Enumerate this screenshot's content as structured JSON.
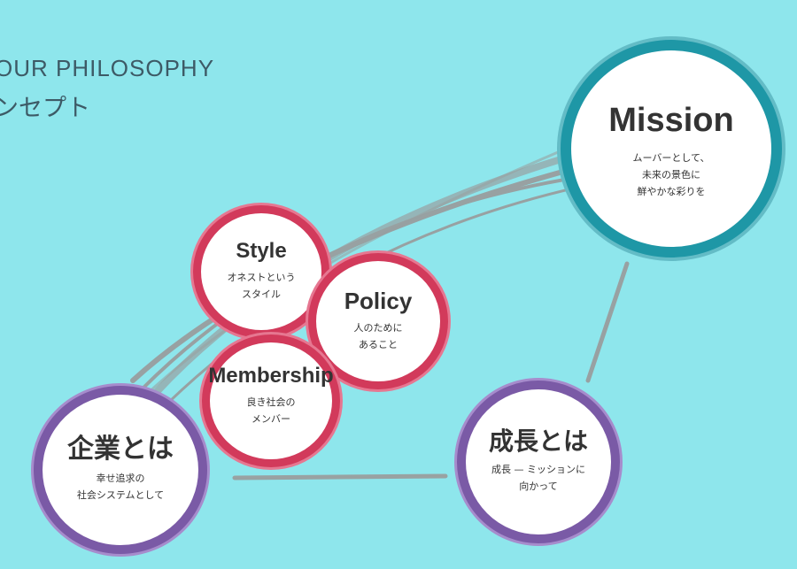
{
  "header": {
    "english": "OUR PHILOSOPHY",
    "japanese": "ンセプト"
  },
  "mission": {
    "title": "Mission",
    "lines": [
      "ムーバーとして、",
      "未来の景色に",
      "鮮やかな彩りを"
    ]
  },
  "style": {
    "title": "Style",
    "lines": [
      "オネストという",
      "スタイル"
    ]
  },
  "policy": {
    "title": "Policy",
    "lines": [
      "人のために",
      "あること"
    ]
  },
  "membership": {
    "title": "Membership",
    "lines": [
      "良き社会の",
      "メンバー"
    ]
  },
  "company": {
    "title": "企業とは",
    "lines": [
      "幸せ追求の",
      "社会システムとして"
    ]
  },
  "growth": {
    "title": "成長とは",
    "lines": [
      "成長 — ミッションに",
      "向かって"
    ]
  },
  "colors": {
    "background": "#8ee6ec",
    "mission_ring": "#1e97a6",
    "pillar_ring": "#d23a5b",
    "base_ring": "#7a5aa6",
    "connector": "#9a9a9a"
  }
}
